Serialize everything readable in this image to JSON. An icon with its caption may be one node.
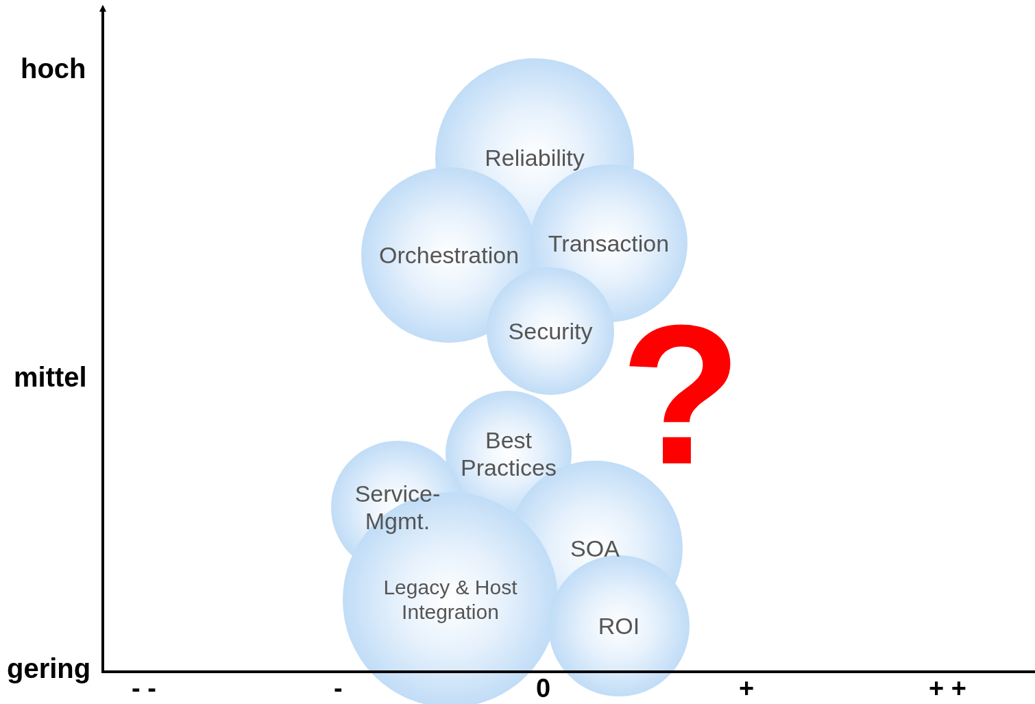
{
  "diagram": {
    "nodes": [
      {
        "text": [
          "Reliability"
        ]
      },
      {
        "text": [
          "Orchestration"
        ]
      },
      {
        "text": [
          "Transaction"
        ]
      },
      {
        "text": [
          "Security"
        ]
      },
      {
        "text": [
          "Best Practices"
        ]
      },
      {
        "text": [
          "Service- Mgmt."
        ]
      },
      {
        "text": [
          "SOA"
        ]
      },
      {
        "text": [
          "Legacy & Host Integration"
        ]
      },
      {
        "text": [
          "ROI"
        ]
      }
    ],
    "edges": [],
    "labels": [
      "hoch",
      "mittel",
      "gering",
      "- -",
      "-",
      "0",
      "+",
      "+ +",
      "?"
    ]
  }
}
